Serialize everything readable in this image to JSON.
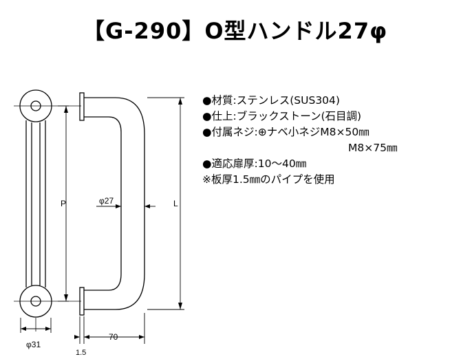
{
  "title": "【G-290】O型ハンドル27φ",
  "specs": {
    "material": "●材質:ステンレス(SUS304)",
    "finish": "●仕上:ブラックストーン(石目調)",
    "screws_1": "●付属ネジ:⊕ナベ小ネジM8×50㎜",
    "screws_2": "M8×75㎜",
    "door_thickness": "●適応扉厚:10～40㎜",
    "note": "※板厚1.5㎜のパイプを使用"
  },
  "dimensions": {
    "p_label": "P",
    "l_label": "L",
    "pipe_dia": "φ27",
    "base_dia": "φ31",
    "depth": "70",
    "plate": "1.5"
  }
}
